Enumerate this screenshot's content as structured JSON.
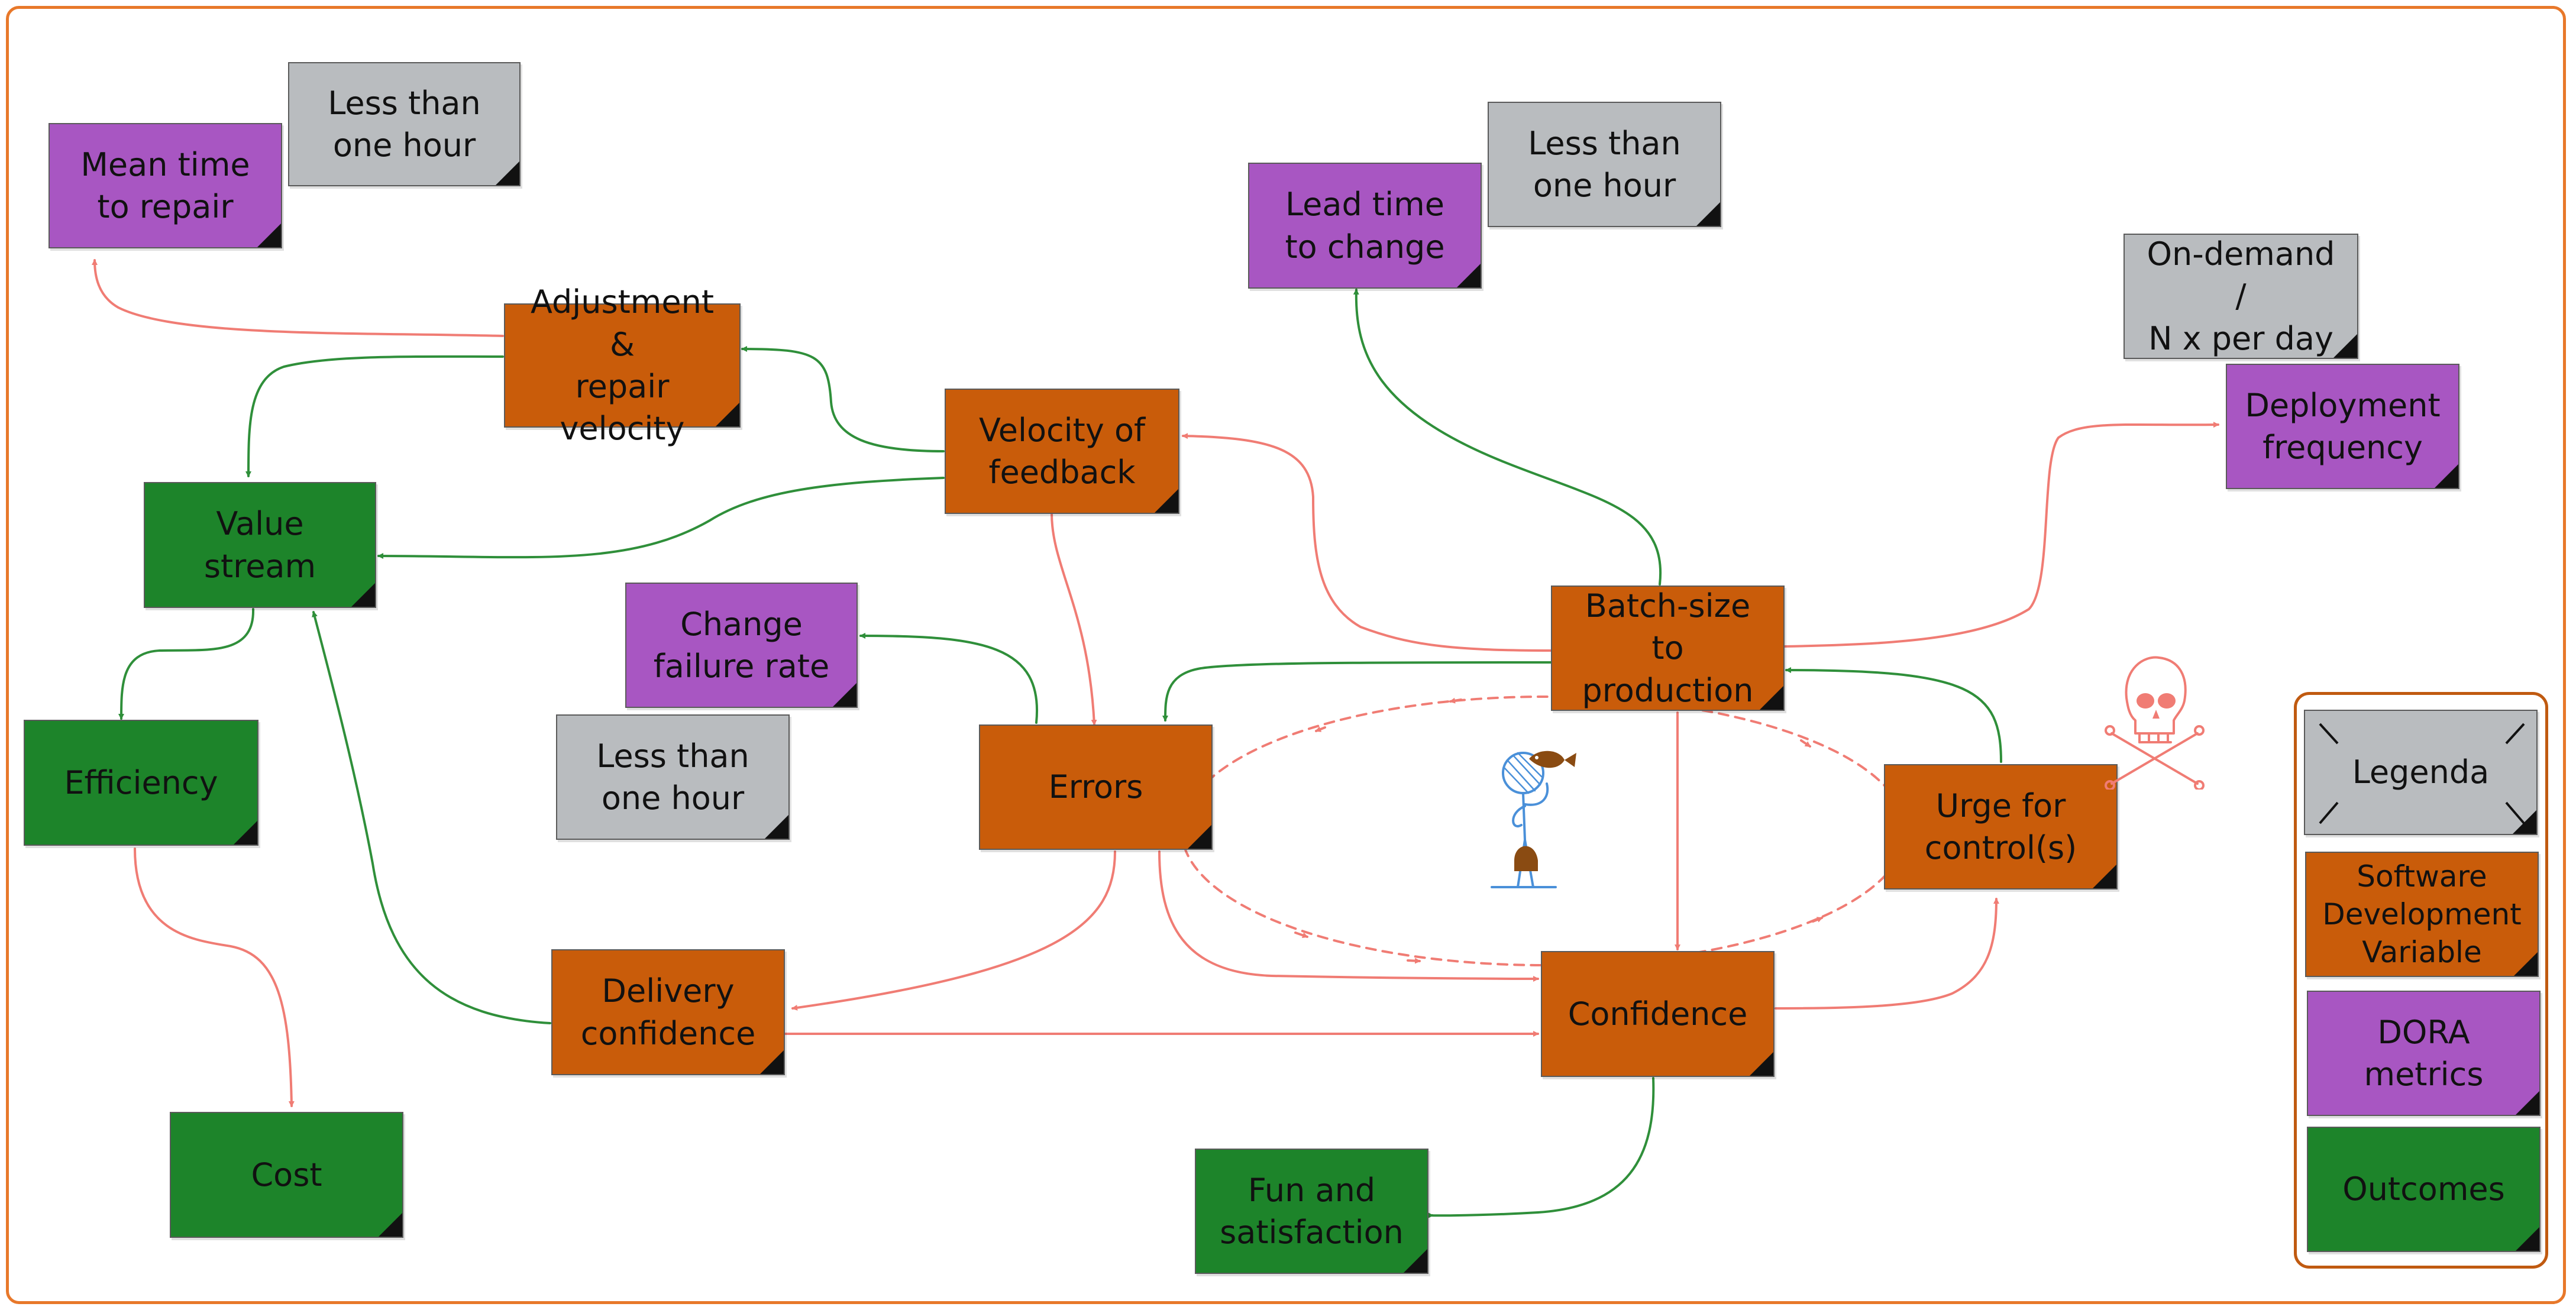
{
  "notes": {
    "mttr": "Mean time\nto repair",
    "mttr_target": "Less than\none hour",
    "adjustment": "Adjustment &\nrepair velocity",
    "value_stream": "Value\nstream",
    "efficiency": "Efficiency",
    "cost": "Cost",
    "velocity_feedback": "Velocity of\nfeedback",
    "change_failure": "Change\nfailure rate",
    "cfr_target": "Less than\none hour",
    "errors": "Errors",
    "delivery_confidence": "Delivery\nconfidence",
    "lead_time": "Lead time\nto change",
    "lead_time_target": "Less than\none hour",
    "batch_size": "Batch-size\nto production",
    "confidence": "Confidence",
    "fun": "Fun and\nsatisfaction",
    "urge_control": "Urge for\ncontrol(s)",
    "deploy_target": "On-demand /\nN x per day",
    "deploy_freq": "Deployment\nfrequency"
  },
  "legend": {
    "title": "Legenda",
    "software": "Software\nDevelopment\nVariable",
    "dora": "DORA\nmetrics",
    "outcomes": "Outcomes"
  },
  "colors": {
    "frame": "#e8782a",
    "grey_note": "#b9bcbf",
    "purple_note": "#a856c2",
    "orange_note": "#c95c0a",
    "green_note": "#1d842a",
    "positive_link": "#2f8f3a",
    "negative_link": "#f07c74",
    "figure": "#4a90d9"
  },
  "icons": {
    "figure": "person-carrying-fish-icon",
    "danger": "skull-crossbones-icon"
  }
}
